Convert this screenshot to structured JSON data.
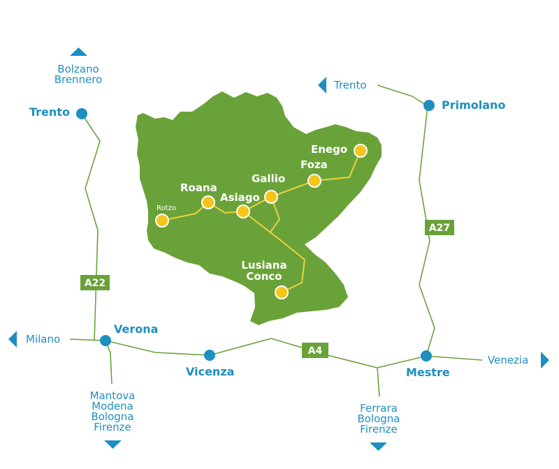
{
  "colors": {
    "plateau": "#6aa23a",
    "road": "#6aa23a",
    "local_road": "#e9d23c",
    "town_marker": "#f5c518",
    "city_marker": "#1d8fc0",
    "label": "#1d8fc0",
    "badge": "#6aa23a"
  },
  "highways": {
    "a22": "A22",
    "a27": "A27",
    "a4": "A4"
  },
  "cities": {
    "trento_left": "Trento",
    "verona": "Verona",
    "vicenza": "Vicenza",
    "mestre": "Mestre",
    "primolano": "Primolano"
  },
  "directions": {
    "north": [
      "Bolzano",
      "Brennero"
    ],
    "west": "Milano",
    "southwest": [
      "Mantova",
      "Modena",
      "Bologna",
      "Firenze"
    ],
    "south": [
      "Ferrara",
      "Bologna",
      "Firenze"
    ],
    "east": "Venezia",
    "northeast": "Trento"
  },
  "towns": {
    "rotzo": "Rotzo",
    "roana": "Roana",
    "asiago": "Asiago",
    "gallio": "Gallio",
    "foza": "Foza",
    "enego": "Enego",
    "lusiana_conco": [
      "Lusiana",
      "Conco"
    ]
  },
  "icons": {
    "north_arrow": "triangle-up-icon",
    "west_arrow": "triangle-left-icon",
    "east_arrow": "triangle-right-icon",
    "south_arrow": "triangle-down-icon"
  }
}
